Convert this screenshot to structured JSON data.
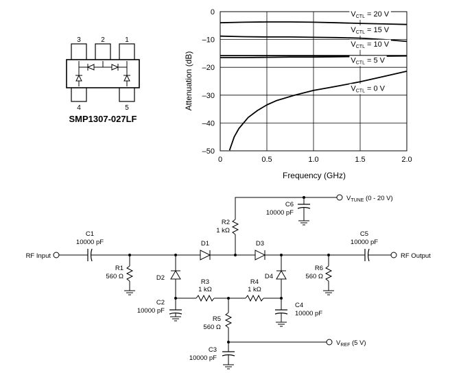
{
  "package": {
    "part_number": "SMP1307-027LF",
    "pins_top": [
      "3",
      "2",
      "1"
    ],
    "pins_bottom": [
      "4",
      "5"
    ]
  },
  "chart_data": {
    "type": "line",
    "title": "",
    "xlabel": "Frequency (GHz)",
    "ylabel": "Attenuation (dB)",
    "xlim": [
      0,
      2.0
    ],
    "ylim": [
      -50,
      0
    ],
    "xticks": [
      "0",
      "0.5",
      "1.0",
      "1.5",
      "2.0"
    ],
    "yticks": [
      "0",
      "–10",
      "–20",
      "–30",
      "–40",
      "–50"
    ],
    "xtick_values": [
      0,
      0.5,
      1.0,
      1.5,
      2.0
    ],
    "ytick_values": [
      0,
      -10,
      -20,
      -30,
      -40,
      -50
    ],
    "grid": true,
    "series": [
      {
        "name": "VCTL = 20 V",
        "label_main": "V",
        "label_sub": "CTL",
        "label_rest": " = 20 V",
        "label_x": 1.4,
        "label_y": -1.7,
        "x": [
          0,
          0.25,
          0.5,
          0.75,
          1.0,
          1.25,
          1.5,
          1.75,
          2.0
        ],
        "y": [
          -4.0,
          -3.8,
          -3.7,
          -3.7,
          -3.8,
          -4.0,
          -4.2,
          -4.4,
          -4.6
        ]
      },
      {
        "name": "VCTL = 15 V",
        "label_main": "V",
        "label_sub": "CTL",
        "label_rest": " = 15 V",
        "label_x": 1.4,
        "label_y": -7.4,
        "x": [
          0,
          0.25,
          0.5,
          0.75,
          1.0,
          1.25,
          1.5,
          1.75,
          2.0
        ],
        "y": [
          -8.8,
          -9.0,
          -9.1,
          -9.1,
          -9.2,
          -9.3,
          -9.5,
          -10.0,
          -10.7
        ]
      },
      {
        "name": "VCTL = 10 V",
        "label_main": "V",
        "label_sub": "CTL",
        "label_rest": " = 10 V",
        "label_x": 1.4,
        "label_y": -12.5,
        "x": [
          0,
          0.25,
          0.5,
          0.75,
          1.0,
          1.25,
          1.5,
          1.75,
          2.0
        ],
        "y": [
          -15.8,
          -15.8,
          -15.8,
          -15.8,
          -15.8,
          -15.8,
          -15.8,
          -15.8,
          -15.8
        ]
      },
      {
        "name": "VCTL = 5 V",
        "label_main": "V",
        "label_sub": "CTL",
        "label_rest": " = 5 V",
        "label_x": 1.4,
        "label_y": -18.3,
        "x": [
          0,
          0.25,
          0.5,
          0.75,
          1.0,
          1.25,
          1.5,
          1.75,
          2.0
        ],
        "y": [
          -16.5,
          -16.5,
          -16.4,
          -16.3,
          -16.3,
          -16.2,
          -16.1,
          -16.0,
          -15.9
        ]
      },
      {
        "name": "VCTL = 0 V",
        "label_main": "V",
        "label_sub": "CTL",
        "label_rest": " = 0 V",
        "label_x": 1.4,
        "label_y": -28.4,
        "x": [
          0.1,
          0.15,
          0.2,
          0.3,
          0.4,
          0.5,
          0.6,
          0.8,
          1.0,
          1.25,
          1.5,
          1.75,
          2.0
        ],
        "y": [
          -49.8,
          -45.0,
          -42.0,
          -38.0,
          -35.5,
          -33.5,
          -32.0,
          -30.0,
          -28.3,
          -26.8,
          -25.2,
          -23.3,
          -21.4
        ]
      }
    ]
  },
  "schematic": {
    "rf_input": "RF Input",
    "rf_output": "RF Output",
    "vtune": {
      "main": "V",
      "sub": "TUNE",
      "rest": " (0 - 20 V)"
    },
    "vref": {
      "main": "V",
      "sub": "REF",
      "rest": " (5 V)"
    },
    "components": {
      "c1_name": "C1",
      "c1_value": "10000 pF",
      "c2_name": "C2",
      "c2_value": "10000 pF",
      "c3_name": "C3",
      "c3_value": "10000 pF",
      "c4_name": "C4",
      "c4_value": "10000 pF",
      "c5_name": "C5",
      "c5_value": "10000 pF",
      "c6_name": "C6",
      "c6_value": "10000 pF",
      "r1_name": "R1",
      "r1_value": "560 Ω",
      "r2_name": "R2",
      "r2_value": "1 kΩ",
      "r3_name": "R3",
      "r3_value": "1 kΩ",
      "r4_name": "R4",
      "r4_value": "1 kΩ",
      "r5_name": "R5",
      "r5_value": "560 Ω",
      "r6_name": "R6",
      "r6_value": "560 Ω",
      "d1_name": "D1",
      "d2_name": "D2",
      "d3_name": "D3",
      "d4_name": "D4"
    }
  }
}
